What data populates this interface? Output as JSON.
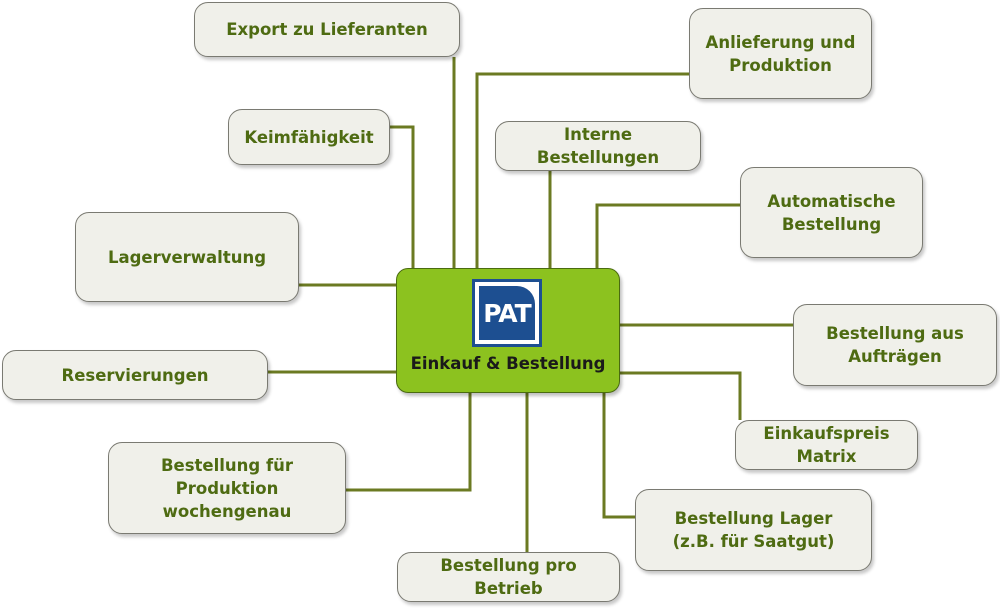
{
  "center": {
    "logo_text": "PAT",
    "label": "Einkauf & Bestellung",
    "color": "#8cc21f"
  },
  "nodes": [
    {
      "id": "export-zu-lieferanten",
      "label": "Export zu Lieferanten"
    },
    {
      "id": "anlieferung-und-produktion",
      "label": "Anlieferung und\nProduktion"
    },
    {
      "id": "keimfaehigkeit",
      "label": "Keimfähigkeit"
    },
    {
      "id": "interne-bestellungen",
      "label": "Interne\nBestellungen"
    },
    {
      "id": "automatische-bestellung",
      "label": "Automatische\nBestellung"
    },
    {
      "id": "lagerverwaltung",
      "label": "Lagerverwaltung"
    },
    {
      "id": "bestellung-aus-auftraegen",
      "label": "Bestellung aus\nAufträgen"
    },
    {
      "id": "reservierungen",
      "label": "Reservierungen"
    },
    {
      "id": "einkaufspreis-matrix",
      "label": "Einkaufspreis\nMatrix"
    },
    {
      "id": "bestellung-fuer-produktion",
      "label": "Bestellung für\nProduktion\nwochengenau"
    },
    {
      "id": "bestellung-lager",
      "label": "Bestellung Lager\n(z.B. für Saatgut)"
    },
    {
      "id": "bestellung-pro-betrieb",
      "label": "Bestellung pro\nBetrieb"
    }
  ],
  "colors": {
    "connector": "#6b7a22",
    "node_text": "#4e6b12"
  }
}
